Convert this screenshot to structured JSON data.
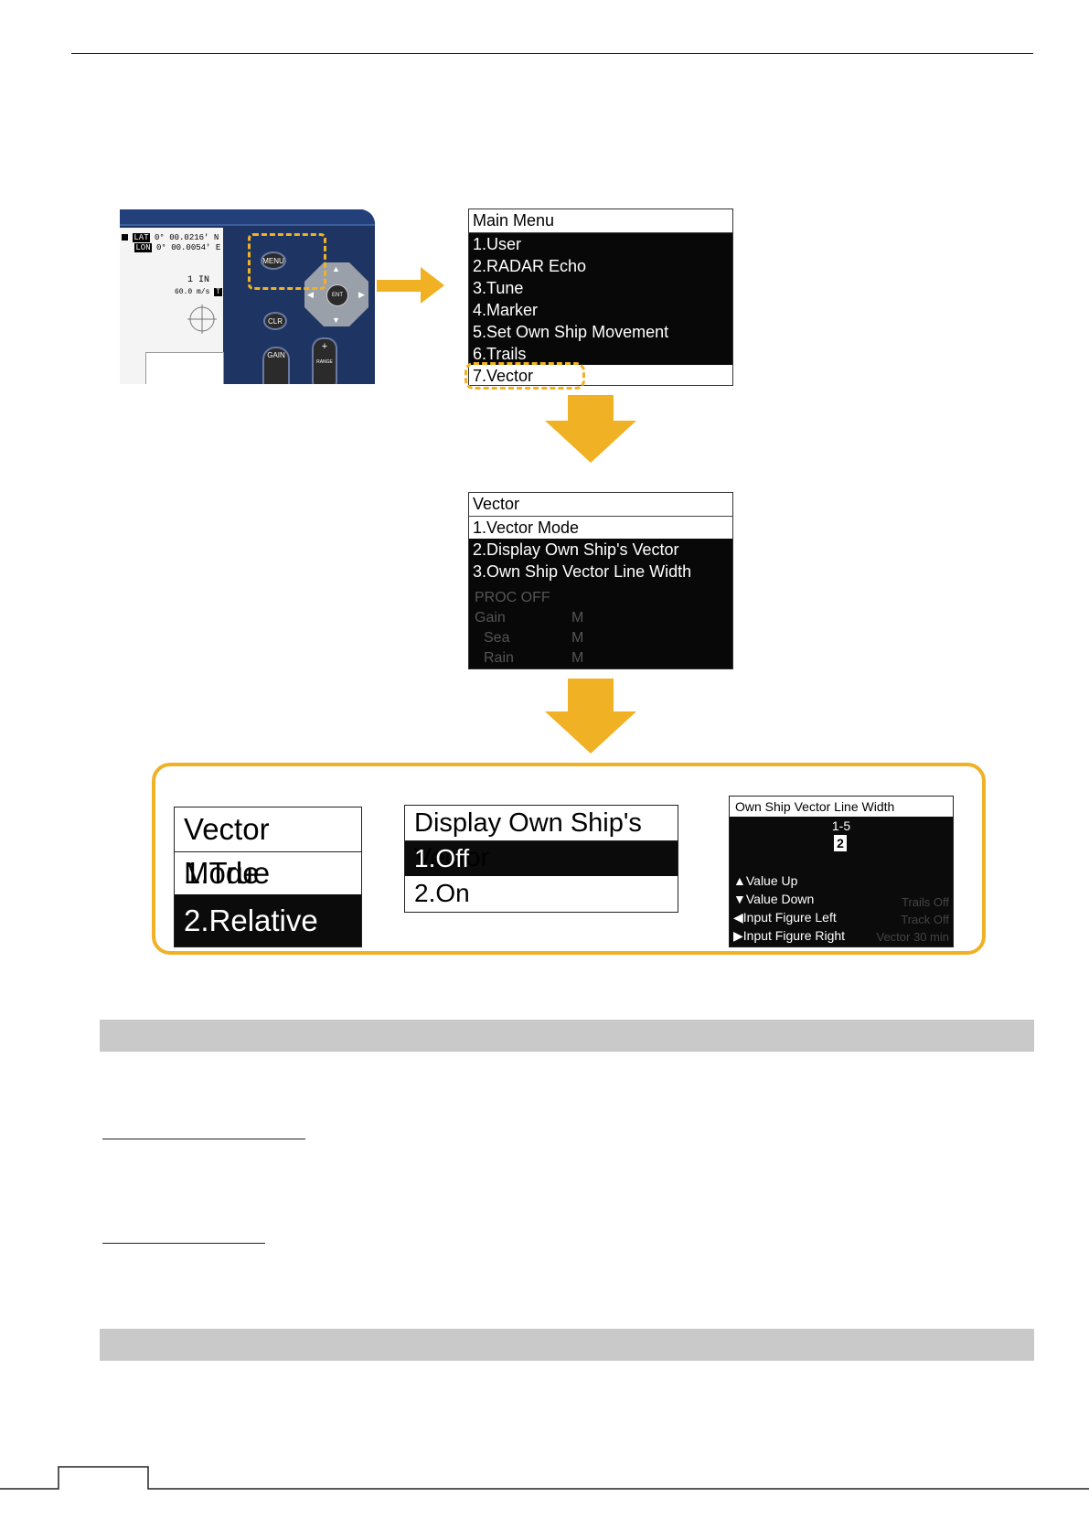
{
  "device": {
    "lat_label": "LAT",
    "lat_value": "0°  00.0216' N",
    "lon_label": "LON",
    "lon_value": "0°  00.0054' E",
    "range_value": "1  IN",
    "speed_value": "60.0 m/s",
    "speed_badge": "T",
    "btn_menu": "MENU",
    "btn_ent": "ENT",
    "btn_clr": "CLR",
    "btn_gain": "GAIN",
    "btn_range": "RANGE",
    "btn_plus": "+"
  },
  "main_menu": {
    "title": "Main Menu",
    "items": [
      "1.User",
      "2.RADAR Echo",
      "3.Tune",
      "4.Marker",
      "5.Set Own Ship Movement",
      "6.Trails",
      "7.Vector"
    ],
    "selected_index": 6
  },
  "vector_menu": {
    "title": "Vector",
    "items": [
      "1.Vector Mode",
      "2.Display Own Ship's Vector",
      "3.Own Ship Vector Line Width"
    ],
    "ghost_lines": [
      "PROC OFF",
      "Gain",
      "Sea",
      "Rain"
    ],
    "ghost_m": "M"
  },
  "vector_mode_menu": {
    "title": "Vector Mode",
    "items": [
      "1.True",
      "2.Relative"
    ]
  },
  "display_vector_menu": {
    "title": "Display Own Ship's Vector",
    "items": [
      "1.Off",
      "2.On"
    ]
  },
  "line_width_menu": {
    "title": "Own Ship Vector Line Width",
    "range": "1-5",
    "value": "2",
    "hints": [
      "Value Up",
      "Value Down",
      "Input Figure Left",
      "Input Figure Right"
    ],
    "ghost": [
      "Trails  Off",
      "Track  Off",
      "Vector  30 min"
    ]
  },
  "colors": {
    "accent": "#f0b224",
    "band": "#c9c9c9",
    "panel": "#1e3563"
  }
}
